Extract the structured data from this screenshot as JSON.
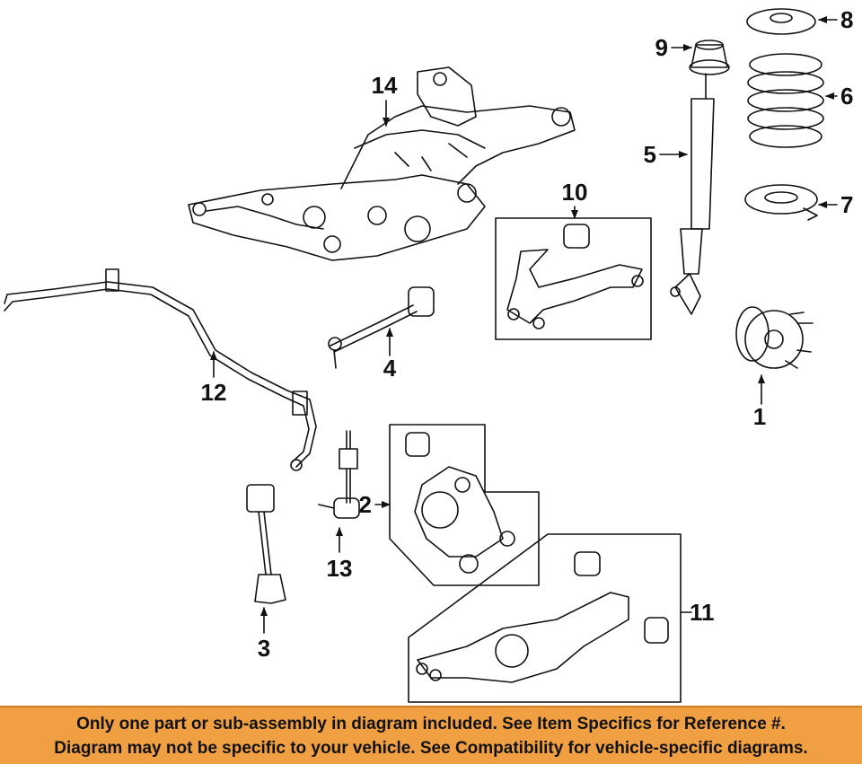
{
  "callouts": {
    "c1": "1",
    "c2": "2",
    "c3": "3",
    "c4": "4",
    "c5": "5",
    "c6": "6",
    "c7": "7",
    "c8": "8",
    "c9": "9",
    "c10": "10",
    "c11": "11",
    "c12": "12",
    "c13": "13",
    "c14": "14"
  },
  "notice": {
    "line1": "Only one part or sub-assembly in diagram included. See Item Specifics for Reference #.",
    "line2": "Diagram may not be specific to your vehicle. See Compatibility for vehicle-specific diagrams."
  },
  "colors": {
    "notice_bg": "#f0a042",
    "line": "#111111"
  }
}
